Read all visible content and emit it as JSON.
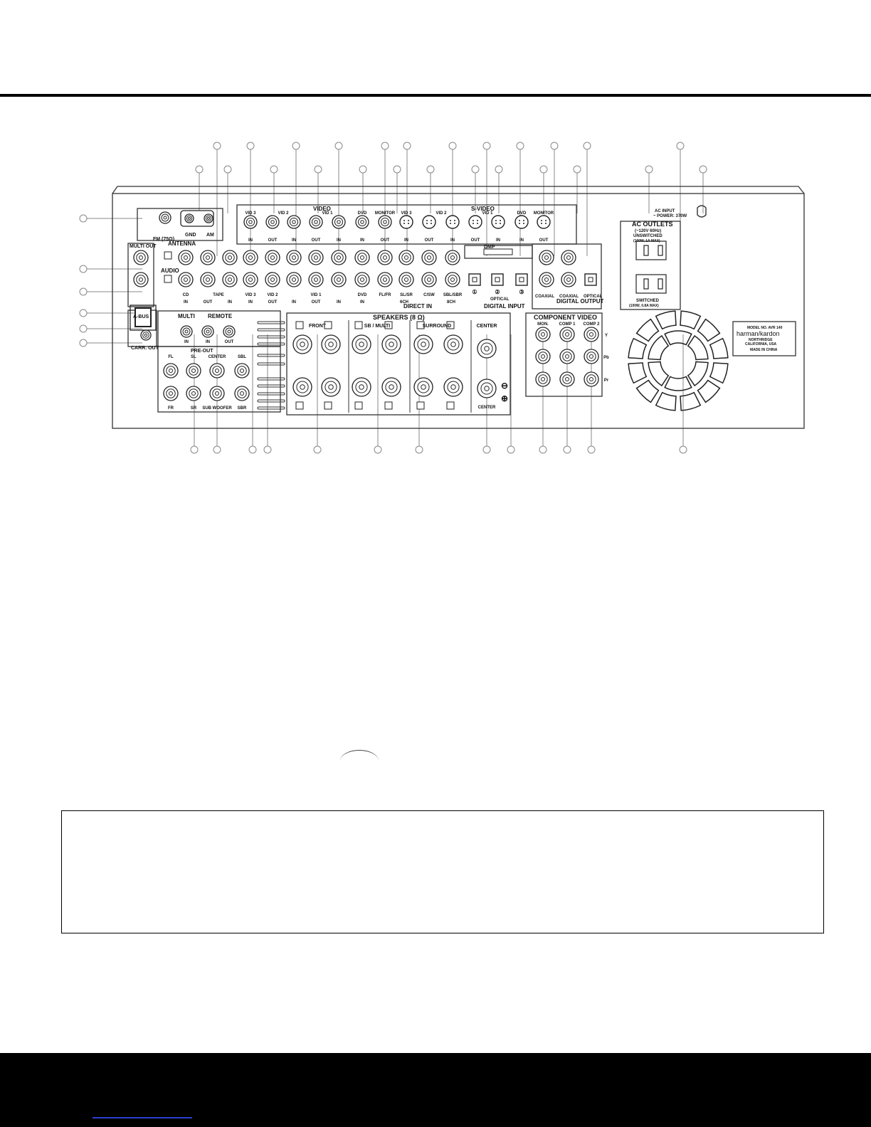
{
  "antenna": {
    "title": "ANTENNA",
    "fm": "FM (75Ω)",
    "gnd": "GND",
    "am": "AM"
  },
  "video": {
    "title": "VIDEO",
    "jacks": [
      "VID 3",
      "VID 2",
      "VID 1",
      "DVD",
      "MONITOR"
    ],
    "io": [
      "IN",
      "OUT",
      "IN",
      "OUT",
      "IN",
      "IN",
      "OUT"
    ]
  },
  "svideo": {
    "title": "S-VIDEO",
    "jacks": [
      "VID 3",
      "VID 2",
      "VID 1",
      "DVD",
      "MONITOR"
    ],
    "io": [
      "IN",
      "OUT",
      "IN",
      "OUT",
      "IN",
      "IN",
      "OUT"
    ]
  },
  "audio": {
    "title": "AUDIO",
    "multi_out": "MULTI OUT",
    "labels": [
      "CD",
      "TAPE",
      "VID 3",
      "VID 2",
      "VID 1",
      "DVD"
    ],
    "io": [
      "IN",
      "OUT",
      "IN",
      "IN",
      "OUT",
      "IN",
      "OUT",
      "IN",
      "IN"
    ]
  },
  "direct_in": {
    "title": "DIRECT IN",
    "labels": [
      "FL/FR",
      "SL/SR",
      "C/SW",
      "SBL/SBR"
    ],
    "ch6": "6CH",
    "ch8": "8CH"
  },
  "dmp": "DMP",
  "digital_input": {
    "title": "DIGITAL INPUT",
    "optical": "OPTICAL",
    "coaxial": "COAXIAL",
    "nums": [
      "①",
      "②",
      "③"
    ]
  },
  "digital_output": {
    "title": "DIGITAL OUTPUT",
    "coaxial": "COAXIAL",
    "optical": "OPTICAL"
  },
  "abus": {
    "label": "A-BUS"
  },
  "carr_out": "CARR. OUT",
  "multi": {
    "title": "MULTI",
    "in": "IN"
  },
  "remote": {
    "title": "REMOTE",
    "in": "IN",
    "out": "OUT"
  },
  "preout": {
    "title": "PRE-OUT",
    "top": [
      "FL",
      "SL",
      "CENTER",
      "SBL"
    ],
    "bottom": [
      "FR",
      "SR",
      "SUB WOOFER",
      "SBR"
    ]
  },
  "speakers": {
    "title": "SPEAKERS (8 Ω)",
    "groups": [
      "FRONT",
      "SB / MULTI",
      "SURROUND",
      "CENTER"
    ],
    "center_bottom": "CENTER"
  },
  "component": {
    "title": "COMPONENT VIDEO",
    "cols": [
      "MON.",
      "COMP 1",
      "COMP 2"
    ],
    "rows": [
      "Y",
      "Pb",
      "Pr"
    ]
  },
  "ac": {
    "input": "AC INPUT",
    "input_spec": "~ POWER: 370W",
    "outlets_title": "AC OUTLETS",
    "outlets_spec": "(~120V 60Hz)",
    "unswitched": "UNSWITCHED",
    "unswitched_spec": "(100W, 1A MAX)",
    "switched": "SWITCHED",
    "switched_spec": "(100W, 0.8A MAX)"
  },
  "label_plate": {
    "model": "MODEL NO. AVR 140",
    "brand": "harman/kardon",
    "city": "NORTHRIDGE",
    "state": "CALIFORNIA, USA",
    "origin": "MADE IN CHINA"
  }
}
